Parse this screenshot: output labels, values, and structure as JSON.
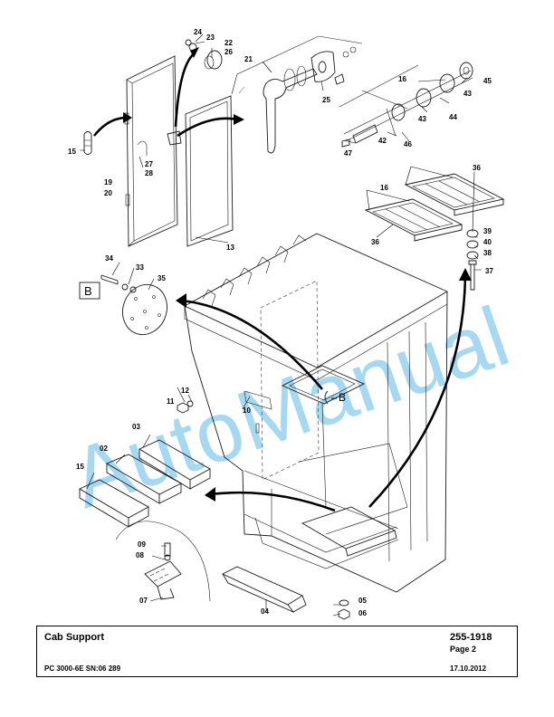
{
  "watermark": "AutoManual",
  "view_label": "B",
  "ref_label": "B",
  "part_numbers": [
    "24",
    "23",
    "22",
    "26",
    "21",
    "25",
    "16",
    "45",
    "43",
    "44",
    "43",
    "42",
    "46",
    "47",
    "15",
    "27",
    "28",
    "19",
    "20",
    "13",
    "36",
    "16",
    "36",
    "39",
    "40",
    "38",
    "37",
    "34",
    "33",
    "35",
    "12",
    "11",
    "10",
    "03",
    "02",
    "15",
    "09",
    "08",
    "07",
    "04",
    "05",
    "06"
  ],
  "title_block": {
    "title": "Cab Support",
    "doc_number": "255-1918",
    "page": "Page 2",
    "model": "PC 3000-6E SN:06 289",
    "date": "17.10.2012"
  }
}
